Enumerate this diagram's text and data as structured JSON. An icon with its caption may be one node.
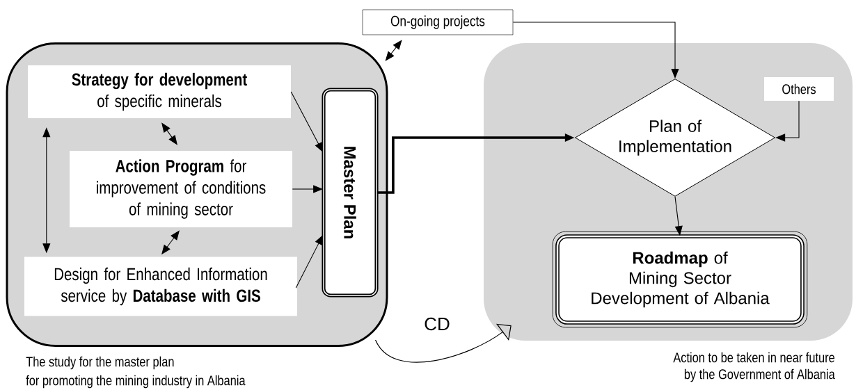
{
  "diagram": {
    "nodes": [
      {
        "text": [],
        "shape": "box",
        "beside": [
          "The study for the master plan",
          "for promoting the mining industry in Albania"
        ]
      },
      {
        "text": [
          "**Strategy for development** of specific minerals"
        ],
        "in": 0
      },
      {
        "text": [
          "**Action Program** for improvement of conditions of mining sector"
        ],
        "in": 0
      },
      {
        "text": [
          "Design for Enhanced Information service by **Database with GIS**"
        ],
        "in": 0
      },
      {
        "text": [
          "Master Plan"
        ],
        "in": 0
      },
      {
        "text": [
          "On-going projects"
        ]
      },
      {
        "text": [],
        "shape": "box",
        "beside": [
          "Action to be taken in near future",
          "by the Government of Albania"
        ]
      },
      {
        "text": [
          "Others"
        ],
        "in": 6
      },
      {
        "text": [
          "Plan of Implementation"
        ],
        "in": 6
      },
      {
        "text": [
          "**Roadmap** of Mining Sector Development of Albania"
        ],
        "in": 6
      }
    ],
    "edges": [
      {
        "from": 1,
        "to": 4,
        "arrow": "to"
      },
      {
        "from": 2,
        "to": 4,
        "arrow": "to"
      },
      {
        "from": 3,
        "to": 4,
        "arrow": "to"
      },
      {
        "from": 1,
        "to": 2,
        "arrow": "both"
      },
      {
        "from": 2,
        "to": 3,
        "arrow": "both"
      },
      {
        "from": 1,
        "to": 3,
        "arrow": "both"
      },
      {
        "from": 5,
        "to": 0,
        "arrow": "both"
      },
      {
        "from": 4,
        "to": 8,
        "arrow": "to",
        "style": "thick"
      },
      {
        "from": 5,
        "to": 8,
        "arrow": "to"
      },
      {
        "from": 7,
        "to": 8,
        "arrow": "to"
      },
      {
        "from": 8,
        "to": 9,
        "arrow": "to"
      },
      {
        "from": 0,
        "to": 6,
        "arrow": "to",
        "label": "CD"
      }
    ]
  }
}
